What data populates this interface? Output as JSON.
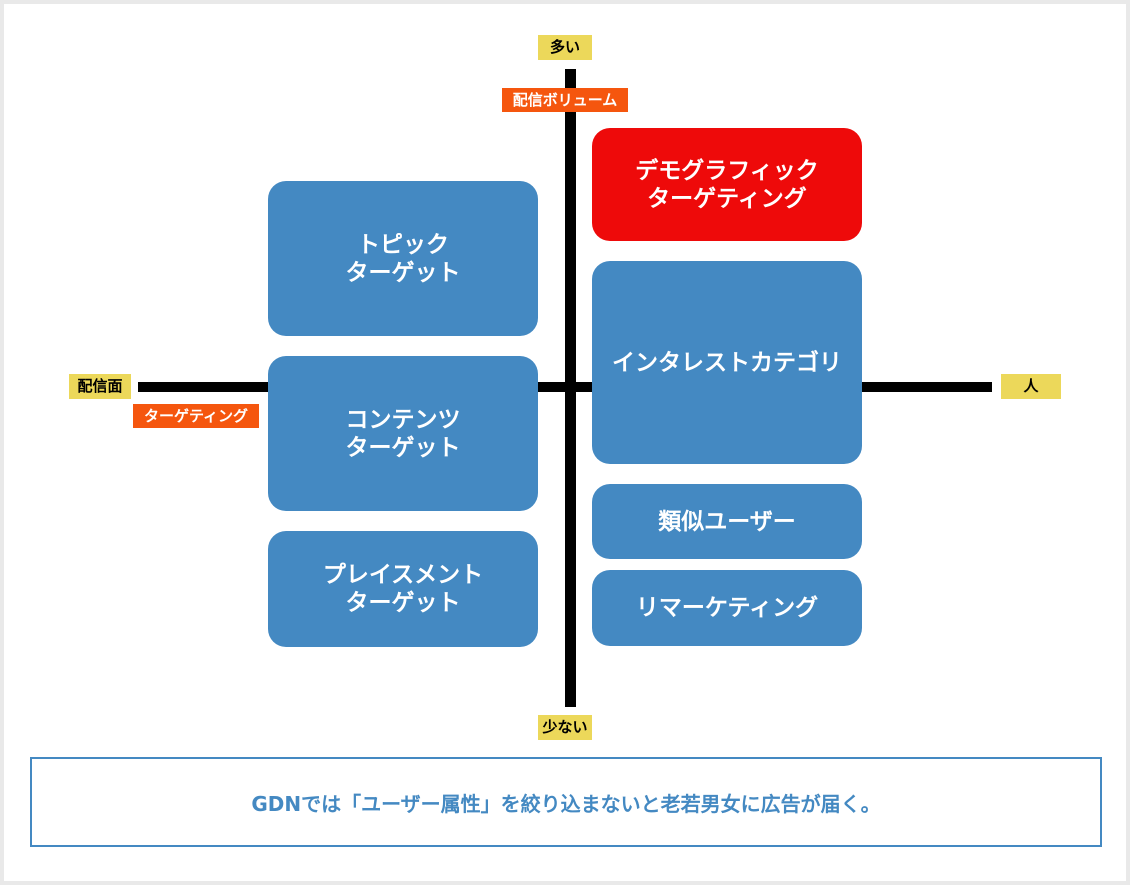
{
  "axis_labels": {
    "top": "多い",
    "top_title": "配信ボリューム",
    "bottom": "少ない",
    "left": "配信面",
    "left_title": "ターゲティング",
    "right": "人"
  },
  "boxes": {
    "topic": "トピック\nターゲット",
    "content": "コンテンツ\nターゲット",
    "placement": "プレイスメント\nターゲット",
    "demographic": "デモグラフィック\nターゲティング",
    "interest": "インタレストカテゴリ",
    "similar": "類似ユーザー",
    "remarketing": "リマーケティング"
  },
  "colors": {
    "box_blue": "#4489c2",
    "box_red": "#ee0a0a",
    "tag_yellow": "#ecd85a",
    "tag_orange": "#f5560e"
  },
  "note": "GDNでは「ユーザー属性」を絞り込まないと老若男女に広告が届く。"
}
